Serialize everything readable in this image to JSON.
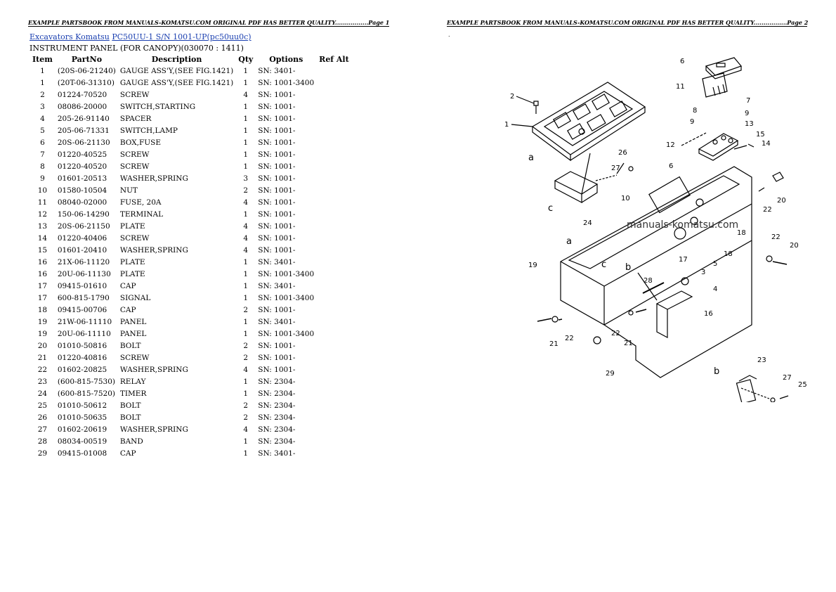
{
  "header": {
    "page1": "EXAMPLE PARTSBOOK FROM MANUALS-KOMATSU.COM ORIGINAL PDF HAS BETTER QUALITY.................Page 1",
    "page2": "EXAMPLE PARTSBOOK FROM MANUALS-KOMATSU.COM ORIGINAL PDF HAS BETTER QUALITY.................Page 2",
    "dot": "."
  },
  "breadcrumb": {
    "link1": "Excavators Komatsu",
    "link2": "PC50UU-1 S/N 1001-UP(pc50uu0c)"
  },
  "subtitle": "INSTRUMENT PANEL (FOR CANOPY)(030070 : 1411)",
  "table": {
    "headers": [
      "Item",
      "PartNo",
      "Description",
      "Qty",
      "Options",
      "Ref Alt"
    ],
    "rows": [
      [
        "1",
        "(20S-06-21240)",
        "GAUGE ASS'Y,(SEE FIG.1421)",
        "1",
        "SN: 3401-",
        ""
      ],
      [
        "1",
        "(20T-06-31310)",
        "GAUGE ASS'Y,(SEE FIG.1421)",
        "1",
        "SN: 1001-3400",
        ""
      ],
      [
        "2",
        "01224-70520",
        "SCREW",
        "4",
        "SN: 1001-",
        ""
      ],
      [
        "3",
        "08086-20000",
        "SWITCH,STARTING",
        "1",
        "SN: 1001-",
        ""
      ],
      [
        "4",
        "205-26-91140",
        "SPACER",
        "1",
        "SN: 1001-",
        ""
      ],
      [
        "5",
        "205-06-71331",
        "SWITCH,LAMP",
        "1",
        "SN: 1001-",
        ""
      ],
      [
        "6",
        "20S-06-21130",
        "BOX,FUSE",
        "1",
        "SN: 1001-",
        ""
      ],
      [
        "7",
        "01220-40525",
        "SCREW",
        "1",
        "SN: 1001-",
        ""
      ],
      [
        "8",
        "01220-40520",
        "SCREW",
        "1",
        "SN: 1001-",
        ""
      ],
      [
        "9",
        "01601-20513",
        "WASHER,SPRING",
        "3",
        "SN: 1001-",
        ""
      ],
      [
        "10",
        "01580-10504",
        "NUT",
        "2",
        "SN: 1001-",
        ""
      ],
      [
        "11",
        "08040-02000",
        "FUSE, 20A",
        "4",
        "SN: 1001-",
        ""
      ],
      [
        "12",
        "150-06-14290",
        "TERMINAL",
        "1",
        "SN: 1001-",
        ""
      ],
      [
        "13",
        "20S-06-21150",
        "PLATE",
        "4",
        "SN: 1001-",
        ""
      ],
      [
        "14",
        "01220-40406",
        "SCREW",
        "4",
        "SN: 1001-",
        ""
      ],
      [
        "15",
        "01601-20410",
        "WASHER,SPRING",
        "4",
        "SN: 1001-",
        ""
      ],
      [
        "16",
        "21X-06-11120",
        "PLATE",
        "1",
        "SN: 3401-",
        ""
      ],
      [
        "16",
        "20U-06-11130",
        "PLATE",
        "1",
        "SN: 1001-3400",
        ""
      ],
      [
        "17",
        "09415-01610",
        "CAP",
        "1",
        "SN: 3401-",
        ""
      ],
      [
        "17",
        "600-815-1790",
        "SIGNAL",
        "1",
        "SN: 1001-3400",
        ""
      ],
      [
        "18",
        "09415-00706",
        "CAP",
        "2",
        "SN: 1001-",
        ""
      ],
      [
        "19",
        "21W-06-11110",
        "PANEL",
        "1",
        "SN: 3401-",
        ""
      ],
      [
        "19",
        "20U-06-11110",
        "PANEL",
        "1",
        "SN: 1001-3400",
        ""
      ],
      [
        "20",
        "01010-50816",
        "BOLT",
        "2",
        "SN: 1001-",
        ""
      ],
      [
        "21",
        "01220-40816",
        "SCREW",
        "2",
        "SN: 1001-",
        ""
      ],
      [
        "22",
        "01602-20825",
        "WASHER,SPRING",
        "4",
        "SN: 1001-",
        ""
      ],
      [
        "23",
        "(600-815-7530)",
        "RELAY",
        "1",
        "SN: 2304-",
        ""
      ],
      [
        "24",
        "(600-815-7520)",
        "TIMER",
        "1",
        "SN: 2304-",
        ""
      ],
      [
        "25",
        "01010-50612",
        "BOLT",
        "2",
        "SN: 2304-",
        ""
      ],
      [
        "26",
        "01010-50635",
        "BOLT",
        "2",
        "SN: 2304-",
        ""
      ],
      [
        "27",
        "01602-20619",
        "WASHER,SPRING",
        "4",
        "SN: 2304-",
        ""
      ],
      [
        "28",
        "08034-00519",
        "BAND",
        "1",
        "SN: 2304-",
        ""
      ],
      [
        "29",
        "09415-01008",
        "CAP",
        "1",
        "SN: 3401-",
        ""
      ]
    ]
  },
  "diagram": {
    "watermark": "manuals-komatsu.com",
    "callouts": [
      "1",
      "2",
      "3",
      "4",
      "5",
      "6",
      "6",
      "7",
      "8",
      "9",
      "9",
      "10",
      "11",
      "12",
      "13",
      "14",
      "15",
      "16",
      "17",
      "18",
      "18",
      "19",
      "20",
      "20",
      "21",
      "21",
      "22",
      "22",
      "22",
      "22",
      "23",
      "24",
      "25",
      "26",
      "27",
      "27",
      "28",
      "29"
    ],
    "letters": [
      "a",
      "a",
      "b",
      "b",
      "c",
      "c"
    ]
  }
}
